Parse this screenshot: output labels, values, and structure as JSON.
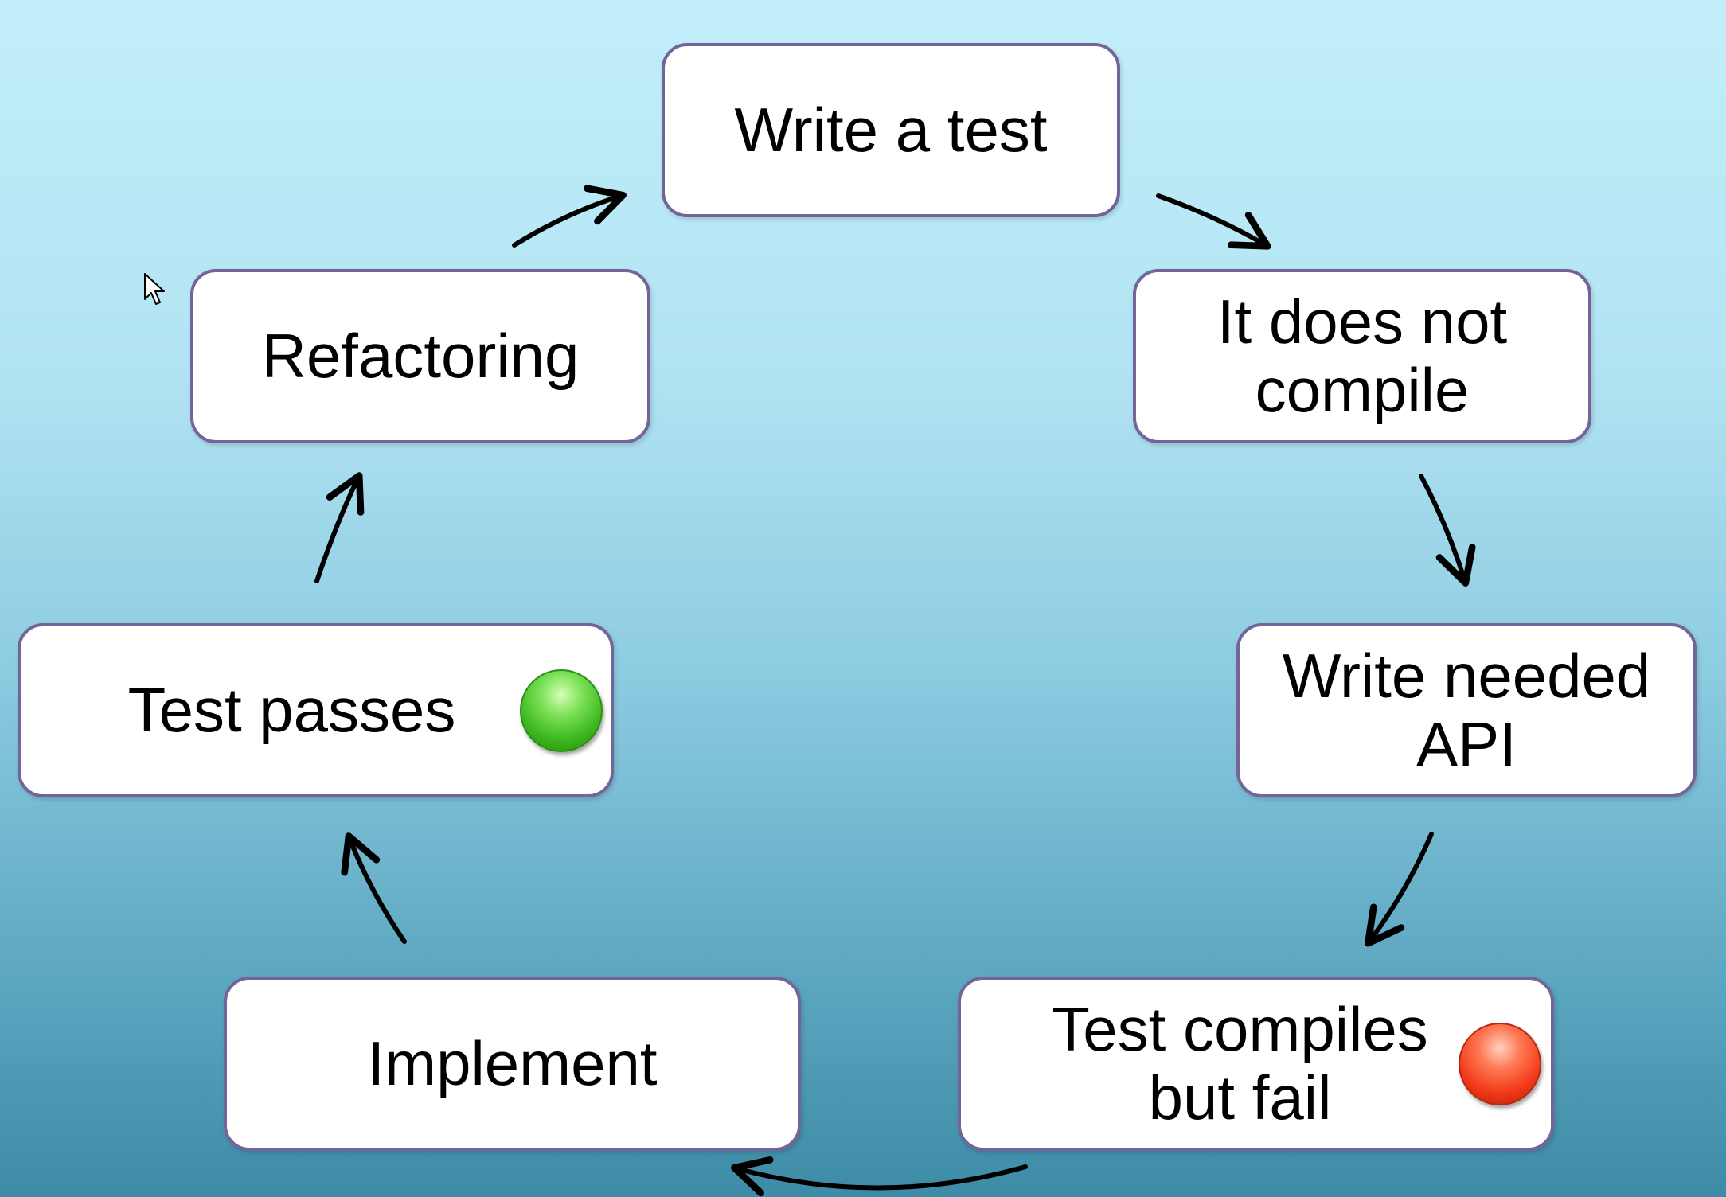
{
  "diagram": {
    "nodes": [
      {
        "id": "write-test",
        "label": "Write a test"
      },
      {
        "id": "not-compile",
        "label": "It does not\ncompile"
      },
      {
        "id": "write-api",
        "label": "Write needed\nAPI"
      },
      {
        "id": "compiles-fail",
        "label": "Test compiles\nbut fail",
        "status": "red",
        "status_icon": "red-status-icon"
      },
      {
        "id": "implement",
        "label": "Implement"
      },
      {
        "id": "test-passes",
        "label": "Test passes",
        "status": "green",
        "status_icon": "green-status-icon"
      },
      {
        "id": "refactoring",
        "label": "Refactoring"
      }
    ],
    "edges": [
      {
        "from": "write-test",
        "to": "not-compile"
      },
      {
        "from": "not-compile",
        "to": "write-api"
      },
      {
        "from": "write-api",
        "to": "compiles-fail"
      },
      {
        "from": "compiles-fail",
        "to": "implement"
      },
      {
        "from": "implement",
        "to": "test-passes"
      },
      {
        "from": "test-passes",
        "to": "refactoring"
      },
      {
        "from": "refactoring",
        "to": "write-test"
      }
    ]
  },
  "colors": {
    "node_border": "#73649a",
    "node_fill": "#ffffff",
    "arrow": "#000000",
    "status_green": "#3fb81f",
    "status_red": "#f23a1a"
  },
  "cursor_icon": "mouse-pointer-icon"
}
